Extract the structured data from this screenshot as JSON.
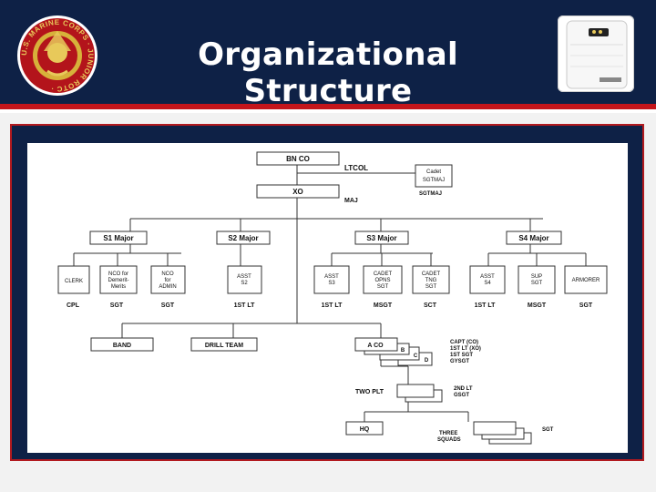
{
  "slide": {
    "title": "Organizational Structure",
    "logo_text": "U.S. MARINE CORPS · JUNIOR ROTC ·"
  },
  "chart": {
    "top": {
      "bnco": "BN CO",
      "ltcol": "LTCOL",
      "xo": "XO",
      "maj": "MAJ",
      "cadet_sgtmaj_1": "Cadet",
      "cadet_sgtmaj_2": "SGTMAJ",
      "sgtmaj": "SGTMAJ"
    },
    "staff": {
      "s1": "S1 Major",
      "s2": "S2 Major",
      "s3": "S3 Major",
      "s4": "S4 Major"
    },
    "boxes": {
      "clerk": "CLERK",
      "nco_dm_1": "NCO for",
      "nco_dm_2": "Demerit-",
      "nco_dm_3": "Merits",
      "nco_admin_1": "NCO",
      "nco_admin_2": "for",
      "nco_admin_3": "ADMIN",
      "asst_s2_1": "ASST",
      "asst_s2_2": "S2",
      "asst_s3_1": "ASST",
      "asst_s3_2": "S3",
      "cadet_opns_1": "CADET",
      "cadet_opns_2": "OPNS",
      "cadet_opns_3": "SGT",
      "cadet_tng_1": "CADET",
      "cadet_tng_2": "TNG",
      "cadet_tng_3": "SGT",
      "asst_s4_1": "ASST",
      "asst_s4_2": "S4",
      "sup_1": "SUP",
      "sup_2": "SGT",
      "armorer": "ARMORER"
    },
    "ranks": {
      "cpl": "CPL",
      "sgt1": "SGT",
      "sgt2": "SGT",
      "firstlt1": "1ST LT",
      "firstlt2": "1ST LT",
      "msgt1": "MSGT",
      "sct": "SCT",
      "firstlt3": "1ST LT",
      "msgt2": "MSGT",
      "sgt3": "SGT"
    },
    "units": {
      "band": "BAND",
      "drill": "DRILL TEAM",
      "aco": "A CO",
      "b": "B",
      "c": "C",
      "d": "D",
      "capt": "CAPT (CO)",
      "firstltxo": "1ST LT (XO)",
      "firstsgt": "1ST SGT",
      "gysgt": "GYSGT",
      "twoplt": "TWO PLT",
      "secondlt": "2ND LT",
      "gsgt": "GSGT",
      "hq": "HQ",
      "three": "THREE",
      "squads": "SQUADS",
      "sgt": "SGT"
    }
  }
}
